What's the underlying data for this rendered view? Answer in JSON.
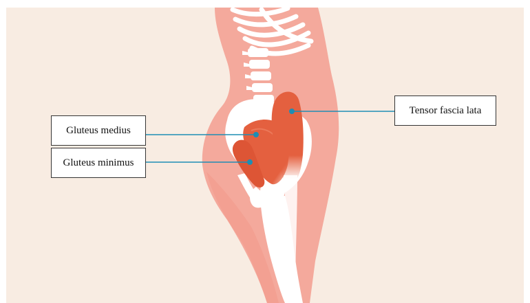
{
  "diagram": {
    "labels": {
      "gluteus_medius": "Gluteus medius",
      "gluteus_minimus": "Gluteus minimus",
      "tensor_fascia_lata": "Tensor fascia lata"
    },
    "colors": {
      "background": "#f8ece2",
      "skin": "#f4a99c",
      "bone": "#ffffff",
      "muscle": "#e4603f",
      "muscle_dark": "#d04a2c",
      "leader_line": "#1e8db4"
    }
  }
}
